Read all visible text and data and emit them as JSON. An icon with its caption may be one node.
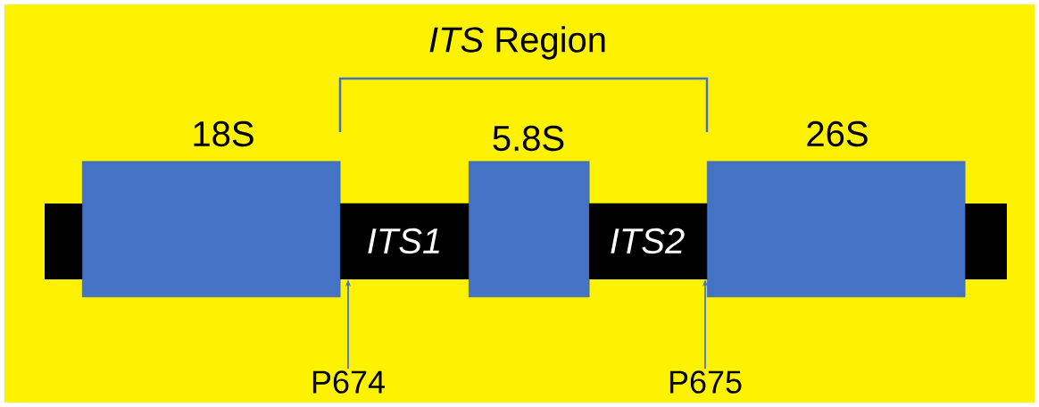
{
  "diagram": {
    "title": "*ITS* Region",
    "nodes": [
      {
        "text": [
          "18S"
        ]
      },
      {
        "text": [
          "ITS1"
        ]
      },
      {
        "text": [
          "5.8S"
        ]
      },
      {
        "text": [
          "ITS2"
        ]
      },
      {
        "text": [
          "26S"
        ]
      },
      {
        "text": [
          "P674"
        ]
      },
      {
        "text": [
          "P675"
        ]
      }
    ],
    "edges": [
      {
        "from": 5,
        "to": 1,
        "arrow": "to"
      },
      {
        "from": 6,
        "to": 3,
        "arrow": "to"
      }
    ]
  }
}
